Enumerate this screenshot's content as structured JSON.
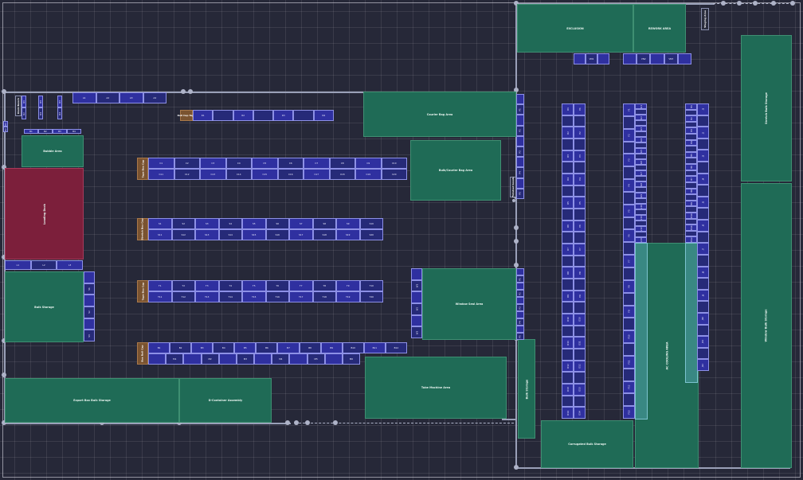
{
  "zones": {
    "bubble": "Bubble Area",
    "loading_dock": "Loading Dock",
    "bulk_storage_left": "Bulk Storage",
    "export_box": "Export Box Bulk Storage",
    "cx_assembly": "D-Container Assembly",
    "courier_bag": "Courier Bag Area",
    "bulk_courier": "Bulk/Courier Bag Area",
    "window_seal": "Window Seal Area",
    "tube_machine": "Tube Machine Area",
    "bulk_storage_mid": "Bulk Storage",
    "corrugated": "Corrugated Bulk Storage",
    "exclusion": "EXCLUSION",
    "rework": "REWORK AREA",
    "stretch": "Stretch Bulk Storage",
    "window_bulk": "Window Bulk Storage",
    "cooling": "AC COOLING AREA"
  },
  "tags": {
    "staging": "Staging Area",
    "roll_cap": "Roll Cap Tape",
    "wrap1": "Tape Box Cap",
    "wrap2": "Stretch Box Cap",
    "wrap3": "Tape Box Cap",
    "wrap4": "Box Roll Cap",
    "dock": "Dock Bench",
    "finished": "Finished Goods"
  },
  "racks": {
    "top_a": [
      "A1",
      "A2",
      "A3",
      "A4"
    ],
    "top_b": [
      "B1",
      "B2",
      "B3",
      "B4"
    ],
    "small_a": [
      "R1",
      "R2"
    ],
    "small_b": [
      "R3",
      "R4"
    ],
    "roll": [
      "R1",
      "",
      "R2",
      "",
      "R3",
      "",
      "R4"
    ],
    "rowA1": [
      "C1",
      "C2",
      "C3",
      "C4",
      "C5",
      "C6",
      "C7",
      "C8",
      "C9",
      "C10"
    ],
    "rowA2": [
      "C11",
      "C12",
      "C13",
      "C14",
      "C15",
      "C16",
      "C17",
      "C18",
      "C19",
      "C20"
    ],
    "rowB1": [
      "S1",
      "S2",
      "S3",
      "S4",
      "S5",
      "S6",
      "S7",
      "S8",
      "S9",
      "S10"
    ],
    "rowB2": [
      "S11",
      "S12",
      "S13",
      "S14",
      "S15",
      "S16",
      "S17",
      "S18",
      "S19",
      "S20"
    ],
    "rowC1": [
      "T1",
      "T2",
      "T3",
      "T4",
      "T5",
      "T6",
      "T7",
      "T8",
      "T9",
      "T10"
    ],
    "rowC2": [
      "T11",
      "T12",
      "T13",
      "T14",
      "T15",
      "T16",
      "T17",
      "T18",
      "T19",
      "T20"
    ],
    "rowD1": [
      "B1",
      "B2",
      "B3",
      "B4",
      "B5",
      "B6",
      "B7",
      "B8",
      "B9",
      "B10",
      "B11",
      "B12"
    ],
    "rowD2": [
      "",
      "M1",
      "",
      "M2",
      "",
      "M3",
      "",
      "M4",
      "",
      "M5",
      "",
      "M6"
    ],
    "dock_bottom": [
      "L1",
      "L2",
      "L3"
    ],
    "bulk_side": [
      "",
      "S1",
      "",
      "S2",
      "",
      "S3"
    ],
    "window_side": [
      "",
      "W1",
      "",
      "W2",
      "",
      "W3"
    ],
    "excl_a": [
      "",
      "VN1",
      ""
    ],
    "excl_b": [
      "",
      "VN2",
      "",
      "VN3",
      ""
    ],
    "colA1": [
      "D1",
      "",
      "D2",
      "",
      "D3",
      "",
      "D4",
      "",
      "D5",
      "",
      "D6",
      "",
      "D7",
      "",
      "D8",
      "",
      "D9",
      "",
      "D10",
      "",
      "D11",
      "",
      "D12",
      "",
      "D13",
      "",
      "D14"
    ],
    "colA2": [
      "E1",
      "",
      "E2",
      "",
      "E3",
      "",
      "E4",
      "",
      "E5",
      "",
      "E6",
      "",
      "E7",
      "",
      "E8",
      "",
      "E9",
      "",
      "E10",
      "",
      "E11",
      "",
      "E12",
      "",
      "E13",
      "",
      "E14"
    ],
    "colB1": [
      "F1",
      "",
      "F2",
      "",
      "F3",
      "",
      "F4",
      "",
      "F5",
      "",
      "F6",
      "",
      "F7",
      "",
      "F8",
      "",
      "F9",
      "",
      "F10",
      "",
      "F11",
      "",
      "F12",
      "",
      "F13"
    ],
    "colB2": [
      "G1",
      "",
      "G2",
      "",
      "G3",
      "",
      "G4",
      "",
      "G5",
      "",
      "G6",
      "",
      "G7",
      "",
      "G8",
      "",
      "G9",
      "",
      "G10",
      "",
      "G11",
      "",
      "G12",
      "",
      "G13"
    ],
    "colC1": [
      "H1",
      "",
      "H2",
      "",
      "H3",
      "",
      "H4",
      "",
      "H5",
      "",
      "H6",
      "",
      "H7",
      "",
      "H8",
      "",
      "H9",
      "",
      "H10",
      "",
      "H11",
      "",
      "H12"
    ],
    "colC2": [
      "J1",
      "",
      "J2",
      "",
      "J3",
      "",
      "J4",
      "",
      "J5",
      "",
      "J6",
      "",
      "J7",
      "",
      "J8",
      "",
      "J9",
      "",
      "J10",
      "",
      "J11",
      "",
      "J12"
    ],
    "shelf": [
      "",
      "P1",
      "",
      "P2",
      "",
      "P3",
      "",
      "P4",
      "",
      "P5"
    ]
  }
}
